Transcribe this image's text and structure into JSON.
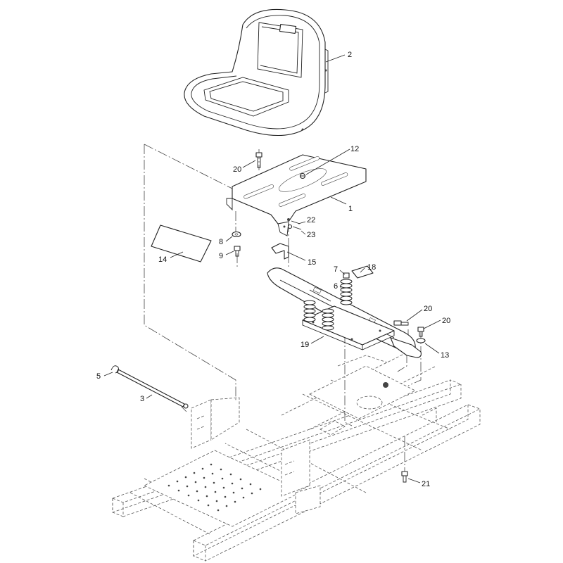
{
  "callouts": [
    {
      "id": "c-1",
      "text": "1"
    },
    {
      "id": "c-2",
      "text": "2"
    },
    {
      "id": "c-3",
      "text": "3"
    },
    {
      "id": "c-5",
      "text": "5"
    },
    {
      "id": "c-6",
      "text": "6"
    },
    {
      "id": "c-7",
      "text": "7"
    },
    {
      "id": "c-8",
      "text": "8"
    },
    {
      "id": "c-9",
      "text": "9"
    },
    {
      "id": "c-12",
      "text": "12"
    },
    {
      "id": "c-13",
      "text": "13"
    },
    {
      "id": "c-14",
      "text": "14"
    },
    {
      "id": "c-15",
      "text": "15"
    },
    {
      "id": "c-18",
      "text": "18"
    },
    {
      "id": "c-19",
      "text": "19"
    },
    {
      "id": "c-20a",
      "text": "20"
    },
    {
      "id": "c-20b",
      "text": "20"
    },
    {
      "id": "c-20c",
      "text": "20"
    },
    {
      "id": "c-21",
      "text": "21"
    },
    {
      "id": "c-22",
      "text": "22"
    },
    {
      "id": "c-23",
      "text": "23"
    }
  ]
}
